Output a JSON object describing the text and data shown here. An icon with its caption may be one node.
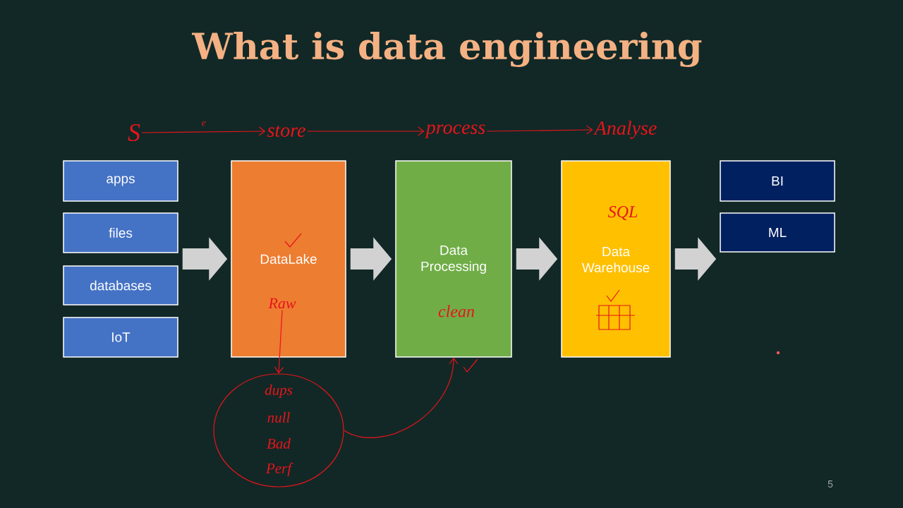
{
  "diagram": {
    "title": "What is data engineering",
    "nodes": [
      {
        "text": [
          "apps"
        ]
      },
      {
        "text": [
          "files"
        ]
      },
      {
        "text": [
          "databases"
        ]
      },
      {
        "text": [
          "IoT"
        ]
      },
      {
        "text": [
          "DataLake"
        ]
      },
      {
        "text": [
          "Data Processing",
          "clean"
        ]
      },
      {
        "text": [
          "SQL",
          "Data Warehouse"
        ]
      },
      {
        "text": [
          "BI"
        ]
      },
      {
        "text": [
          "ML"
        ]
      },
      {
        "text": [
          "S"
        ]
      },
      {
        "text": [
          "store"
        ]
      },
      {
        "text": [
          "process"
        ]
      },
      {
        "text": [
          "Analyse"
        ]
      },
      {
        "text": [
          "Raw"
        ],
        "in": 4
      },
      {
        "text": [
          "dups",
          "null",
          "Bad",
          "Perf"
        ]
      }
    ],
    "edges": [
      {
        "from": 2,
        "to": 4,
        "arrow": "to",
        "style": "thick",
        "color": "#d2d2d2"
      },
      {
        "from": 4,
        "to": 5,
        "arrow": "to",
        "style": "thick",
        "color": "#d2d2d2"
      },
      {
        "from": 5,
        "to": 6,
        "arrow": "to",
        "style": "thick",
        "color": "#d2d2d2"
      },
      {
        "from": 6,
        "to": 8,
        "arrow": "to",
        "style": "thick",
        "color": "#d2d2d2"
      },
      {
        "from": 9,
        "to": 10,
        "arrow": "to",
        "label": "e"
      },
      {
        "from": 10,
        "to": 11,
        "arrow": "to"
      },
      {
        "from": 11,
        "to": 12,
        "arrow": "to"
      },
      {
        "from": 13,
        "to": 14,
        "arrow": "to"
      },
      {
        "from": 14,
        "to": 5,
        "arrow": "to"
      }
    ],
    "labels": [
      "5"
    ]
  }
}
